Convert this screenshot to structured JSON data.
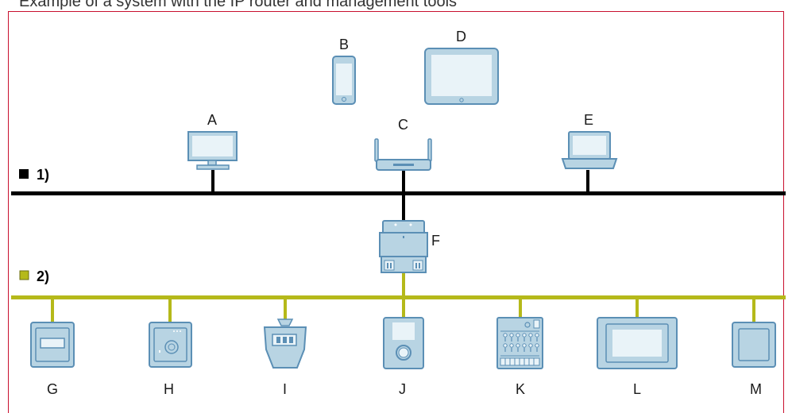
{
  "caption": "Example of a system with the IP router and management tools",
  "bus": {
    "ip": {
      "label": "1)",
      "color": "#000000"
    },
    "knx": {
      "label": "2)",
      "color": "#b5b91a",
      "swatch_border": "#6b6e10"
    }
  },
  "colors": {
    "device_fill": "#b8d4e3",
    "device_stroke": "#5b8fb5",
    "screen_fill": "#e9f3f8",
    "frame": "#c8102e"
  },
  "devices": {
    "A": {
      "label": "A",
      "icon": "desktop-monitor-icon"
    },
    "B": {
      "label": "B",
      "icon": "smartphone-icon"
    },
    "C": {
      "label": "C",
      "icon": "wifi-router-icon"
    },
    "D": {
      "label": "D",
      "icon": "tablet-icon"
    },
    "E": {
      "label": "E",
      "icon": "laptop-icon"
    },
    "F": {
      "label": "F",
      "icon": "ip-router-module-icon"
    },
    "G": {
      "label": "G",
      "icon": "switch-actuator-icon"
    },
    "H": {
      "label": "H",
      "icon": "room-thermostat-icon"
    },
    "I": {
      "label": "I",
      "icon": "bus-coupler-icon"
    },
    "J": {
      "label": "J",
      "icon": "room-controller-icon"
    },
    "K": {
      "label": "K",
      "icon": "multi-channel-actuator-icon"
    },
    "L": {
      "label": "L",
      "icon": "touch-panel-icon"
    },
    "M": {
      "label": "M",
      "icon": "push-button-icon"
    }
  }
}
